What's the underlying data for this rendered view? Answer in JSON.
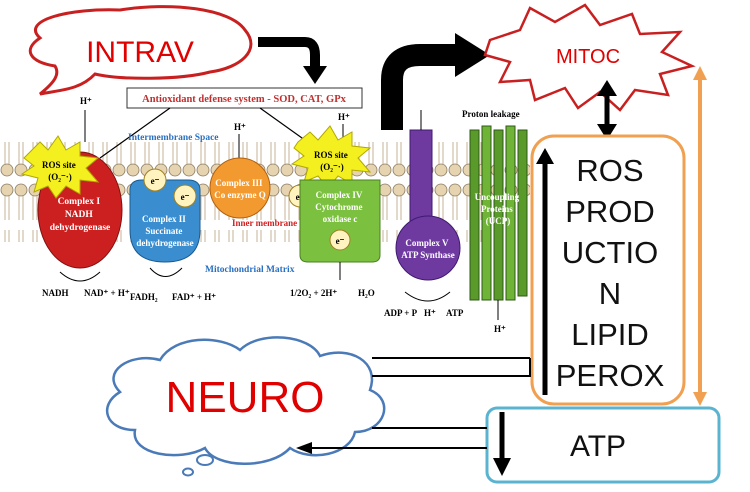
{
  "callouts": {
    "intrav": "INTRAV",
    "mitoc": "MITOC",
    "neuro": "NEURO",
    "atp_box": "ATP"
  },
  "ros_box": {
    "lines": [
      "ROS",
      "PROD",
      "UCTIO",
      "N",
      "LIPID",
      "PEROX"
    ]
  },
  "membrane": {
    "antioxidant": "Antioxidant defense system - SOD, CAT, GPx",
    "intermembrane_space": "Intermembrane Space",
    "inner_membrane": "Inner membrane",
    "matrix": "Mitochondrial Matrix",
    "proton_leakage": "Proton leakage",
    "h_plus": "H⁺",
    "ros_site_1": "ROS site",
    "ros_site_1_sub": "(O₂⁻·)",
    "ros_site_2": "ROS site",
    "ros_site_2_sub": "(O₂⁻·)",
    "e_minus": "e⁻",
    "complex1": [
      "Complex I",
      "NADH",
      "dehydrogenase"
    ],
    "complex2": [
      "Complex II",
      "Succinate",
      "dehydrogenase"
    ],
    "complex3": [
      "Complex III",
      "Co enzyme Q"
    ],
    "complex4": [
      "Complex IV",
      "Cytochrome",
      "oxidase c"
    ],
    "complex5": [
      "Complex V",
      "ATP Synthase"
    ],
    "ucp": [
      "Uncoupling",
      "Proteins",
      "(UCP)"
    ],
    "nadh": "NADH",
    "nad": "NAD⁺ + H⁺",
    "fadh2": "FADH₂",
    "fad": "FAD⁺ + H⁺",
    "o2": "1/2O₂ + 2H⁺",
    "h2o": "H₂O",
    "adp": "ADP + P",
    "atp": "ATP"
  },
  "colors": {
    "intrav_text": "#e00000",
    "neuro_text": "#e00000",
    "mitoc_text": "#e00000",
    "ros_border": "#f0a050",
    "atp_border": "#5ab4d0",
    "complex1": "#cc2020",
    "complex2": "#3a8ed0",
    "complex3": "#f29a30",
    "complex4": "#7cc040",
    "complex5": "#6e3aa0",
    "ucp": "#5a9a2a",
    "ros_burst": "#f4f020"
  }
}
